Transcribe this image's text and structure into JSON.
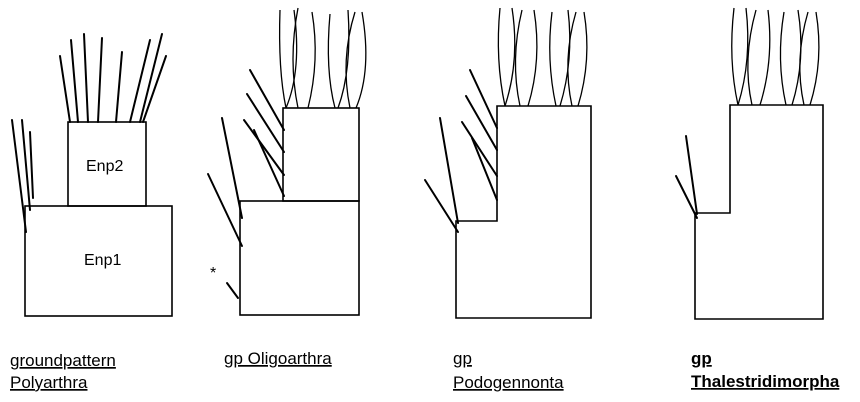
{
  "panels": [
    {
      "caption_lines": [
        "groundpattern",
        "Polyarthra"
      ],
      "caption_bold": false,
      "segment_labels": [
        "Enp2",
        "Enp1"
      ]
    },
    {
      "caption_lines": [
        "gp Oligoarthra"
      ],
      "caption_bold": false,
      "marker": "*"
    },
    {
      "caption_lines": [
        "gp",
        "Podogennonta"
      ],
      "caption_bold": false
    },
    {
      "caption_lines": [
        "gp",
        "Thalestridimorpha"
      ],
      "caption_bold": true
    }
  ]
}
